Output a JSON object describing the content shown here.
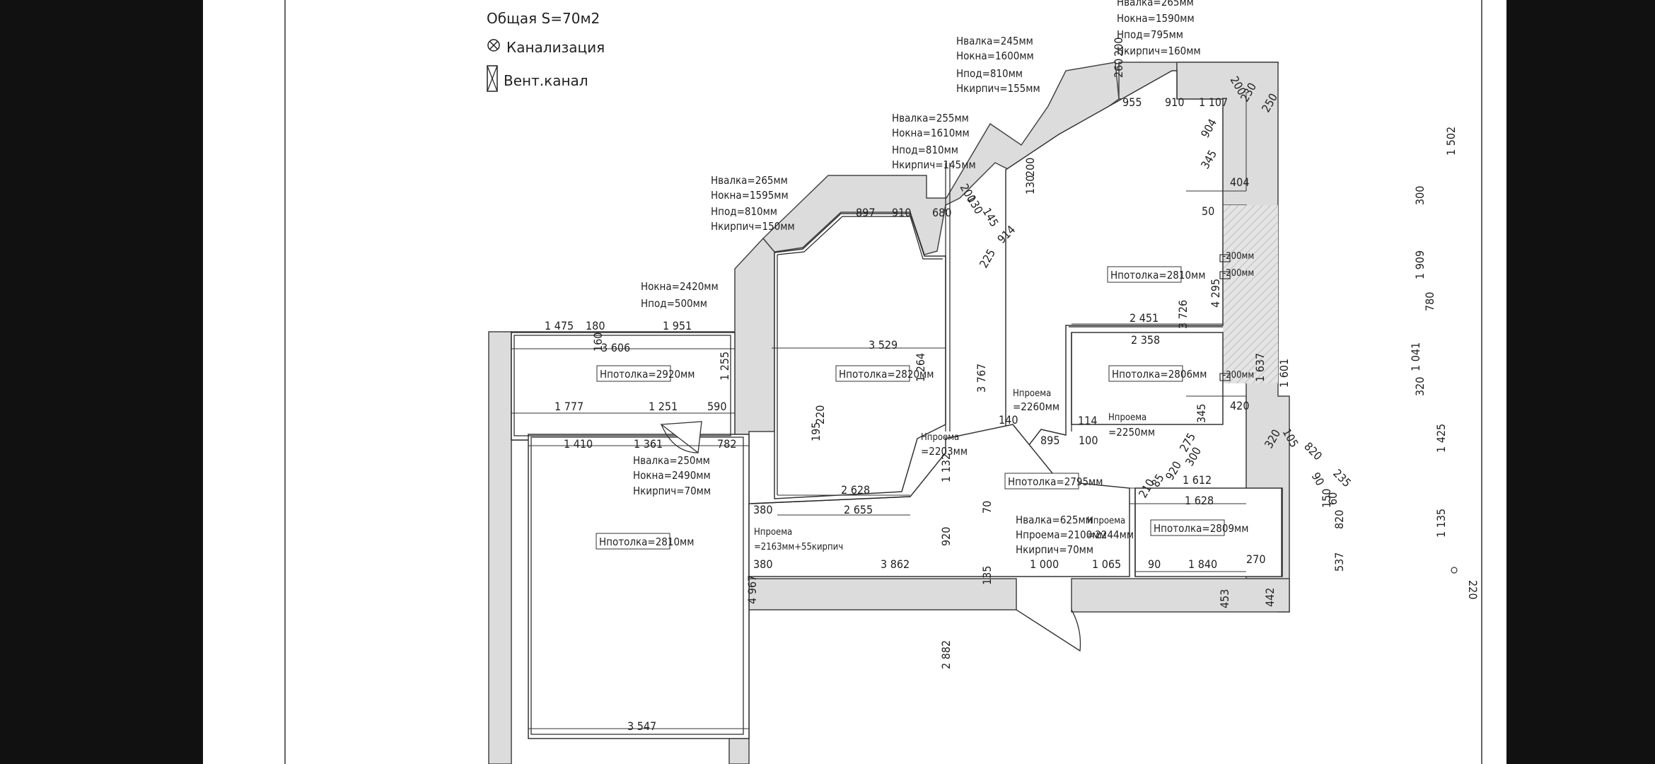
{
  "legend": {
    "area": "Общая S=70м2",
    "sewer": "Канализация",
    "vent": "Вент.канал",
    "sewer_icon": "circle-cross-icon",
    "vent_icon": "crossed-rect-icon"
  },
  "ceilings": {
    "top_left": "Hпотолка=2920мм",
    "left_room": "Hпотолка=2810мм",
    "center": "Hпотолка=2820мм",
    "right_upper": "Hпотолка=2810мм",
    "right_mid": "Hпотолка=2806мм",
    "hall": "Hпотолка=2795мм",
    "right_low": "Hпотолка=2809мм"
  },
  "openings": {
    "top_window": [
      "Hвалка=265мм",
      "Hокна=1590мм",
      "Hпод=795мм",
      "Hкирпич=160мм"
    ],
    "win2": [
      "Hвалка=245мм",
      "Hокна=1600мм",
      "Hпод=810мм",
      "Hкирпич=155мм"
    ],
    "win3": [
      "Hвалка=255мм",
      "Hокна=1610мм",
      "Hпод=810мм",
      "Hкирпич=145мм"
    ],
    "win4": [
      "Hвалка=265мм",
      "Hокна=1595мм",
      "Hпод=810мм",
      "Hкирпич=150мм"
    ],
    "balcony": [
      "Hокна=2420мм",
      "Hпод=500мм"
    ],
    "left_door": [
      "Hвалка=250мм",
      "Hокна=2490мм",
      "Hкирпич=70мм"
    ],
    "entry": [
      "Hвалка=625мм",
      "Hпроема=2100мм",
      "Hкирпич=70мм"
    ],
    "op_a": [
      "Hпроема",
      "=2260мм"
    ],
    "op_b": [
      "Hпроема",
      "=2250мм"
    ],
    "op_c": [
      "Hпроема",
      "=2203мм"
    ],
    "op_d": [
      "Hпроема",
      "=2163мм+55кирпич"
    ],
    "op_e": [
      "Hпроема",
      "=2244мм"
    ]
  },
  "dims": {
    "d1475": "1 475",
    "d180": "180",
    "d1951": "1 951",
    "d3606": "3 606",
    "d160": "160",
    "d1255": "1 255",
    "d1264": "1 264",
    "d1777": "1 777",
    "d1251": "1 251",
    "d590": "590",
    "d220": "220",
    "d195": "195",
    "d1410": "1 410",
    "d1361": "1 361",
    "d782": "782",
    "d1132": "1 132",
    "d4967": "4 967",
    "d2882": "2 882",
    "d3547": "3 547",
    "d380a": "380",
    "d920a": "920",
    "d380b": "380",
    "d135": "135",
    "d3862": "3 862",
    "d1000": "1 000",
    "d1065": "1 065",
    "d537": "537",
    "d90a": "90",
    "d1840": "1 840",
    "d270": "270",
    "d220b": "220",
    "d453": "453",
    "d442": "442",
    "d3529": "3 529",
    "d3767": "3 767",
    "d3726": "3 726",
    "d4295": "4 295",
    "d2628": "2 628",
    "d2655": "2 655",
    "d70": "70",
    "d897": "897",
    "d910a": "910",
    "d680": "680",
    "d914": "914",
    "d145": "145",
    "d200a": "200",
    "d130": "130",
    "d130b": "130",
    "d200b": "200",
    "d225": "225",
    "d345": "345",
    "d904": "904",
    "d250": "250",
    "d230": "230",
    "d200c": "200",
    "d955": "955",
    "d910b": "910",
    "d1107": "1 107",
    "d260": "260",
    "d200d": "200",
    "d1502": "1 502",
    "d404": "404",
    "d300": "300",
    "d50": "50",
    "d1909": "1 909",
    "d780": "780",
    "d2451": "2 451",
    "d2358": "2 358",
    "d1637": "1 637",
    "d1601": "1 601",
    "d1041": "1 041",
    "d320": "320",
    "d420": "420",
    "d1425": "1 425",
    "d1612": "1 612",
    "d1628": "1 628",
    "d1135": "1 135",
    "d820": "820",
    "d820b": "820",
    "d60": "60",
    "d150": "150",
    "d235": "235",
    "d90b": "90",
    "d114": "114",
    "d100": "100",
    "d895": "895",
    "d140": "140",
    "d275": "275",
    "d300b": "300",
    "d920b": "920",
    "d210": "210",
    "d85": "85",
    "d320b": "320",
    "d105": "105",
    "d345b": "345",
    "d200mm_a": "-200мм",
    "d200mm_b": "-200мм",
    "d200mm_c": "-200мм"
  }
}
